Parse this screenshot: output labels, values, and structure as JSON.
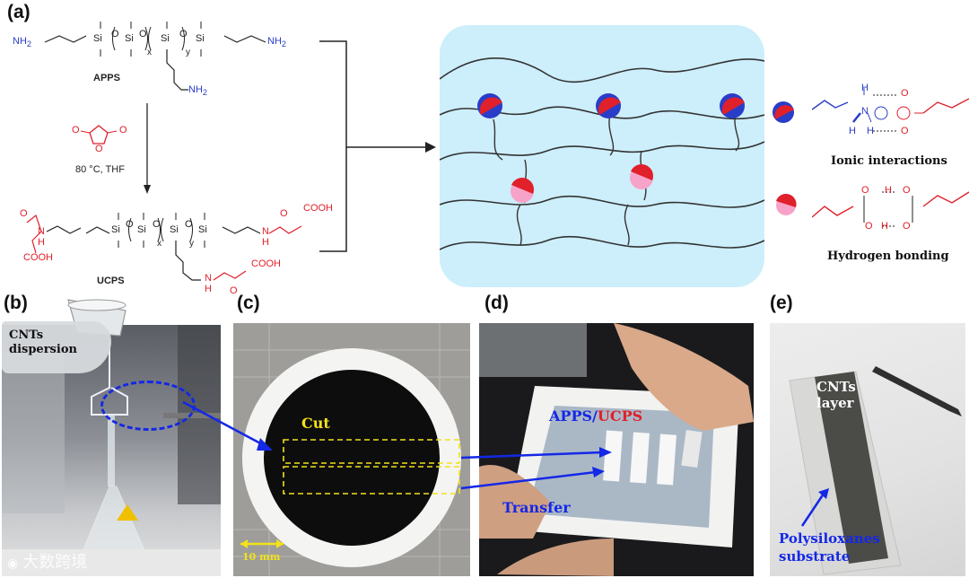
{
  "panels": {
    "a": "(a)",
    "b": "(b)",
    "c": "(c)",
    "d": "(d)",
    "e": "(e)"
  },
  "chem": {
    "nh2": "NH",
    "sub2": "2",
    "si": "Si",
    "o": "O",
    "x": "x",
    "y": "y",
    "apps": "APPS",
    "ucps": "UCPS",
    "condition": "80 °C, THF",
    "cooh": "COOH",
    "o_atom": "O",
    "h": "H",
    "n": "N",
    "nh": "N",
    "h_letter": "H"
  },
  "legend": {
    "ionic": "Ionic interactions",
    "hbond": "Hydrogen bonding"
  },
  "photo_b": {
    "label": "CNTs\ndispersion"
  },
  "photo_c": {
    "cut": "Cut",
    "scale": "10 mm"
  },
  "photo_d": {
    "apps": "APPS/",
    "ucps": "UCPS",
    "transfer": "Transfer"
  },
  "photo_e": {
    "cnt": "CNTs\nlayer",
    "substrate": "Polysiloxanes\nsubstrate"
  },
  "watermark": "大数跨境",
  "colors": {
    "blue": "#2a3dc8",
    "red": "#e0202a",
    "pink": "#f7a3c9",
    "network_bg": "#cdeefb",
    "yellow": "#f2e21a",
    "arrow_blue": "#1428e6"
  }
}
